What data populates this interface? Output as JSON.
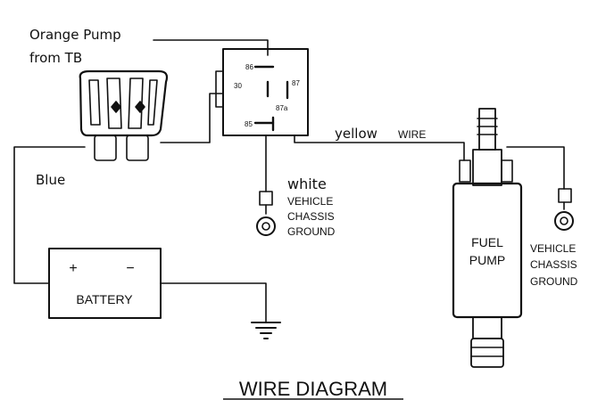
{
  "labels": {
    "orange_line1": "Orange Pump",
    "orange_line2": "from TB",
    "blue": "Blue",
    "yellow": "yellow",
    "yellow_wire": "WIRE",
    "white": "white",
    "relay_ground_1": "VEHICLE",
    "relay_ground_2": "CHASSIS",
    "relay_ground_3": "GROUND",
    "pump_ground_1": "VEHICLE",
    "pump_ground_2": "CHASSIS",
    "pump_ground_3": "GROUND",
    "pump_1": "FUEL",
    "pump_2": "PUMP",
    "battery": "BATTERY",
    "battery_plus": "+",
    "battery_minus": "−",
    "caption": "WIRE DIAGRAM"
  },
  "relay_pins": {
    "p86": "86",
    "p30": "30",
    "p87": "87",
    "p87a": "87a",
    "p85": "85"
  },
  "colors": {
    "ink": "#111111",
    "background": "#ffffff"
  }
}
